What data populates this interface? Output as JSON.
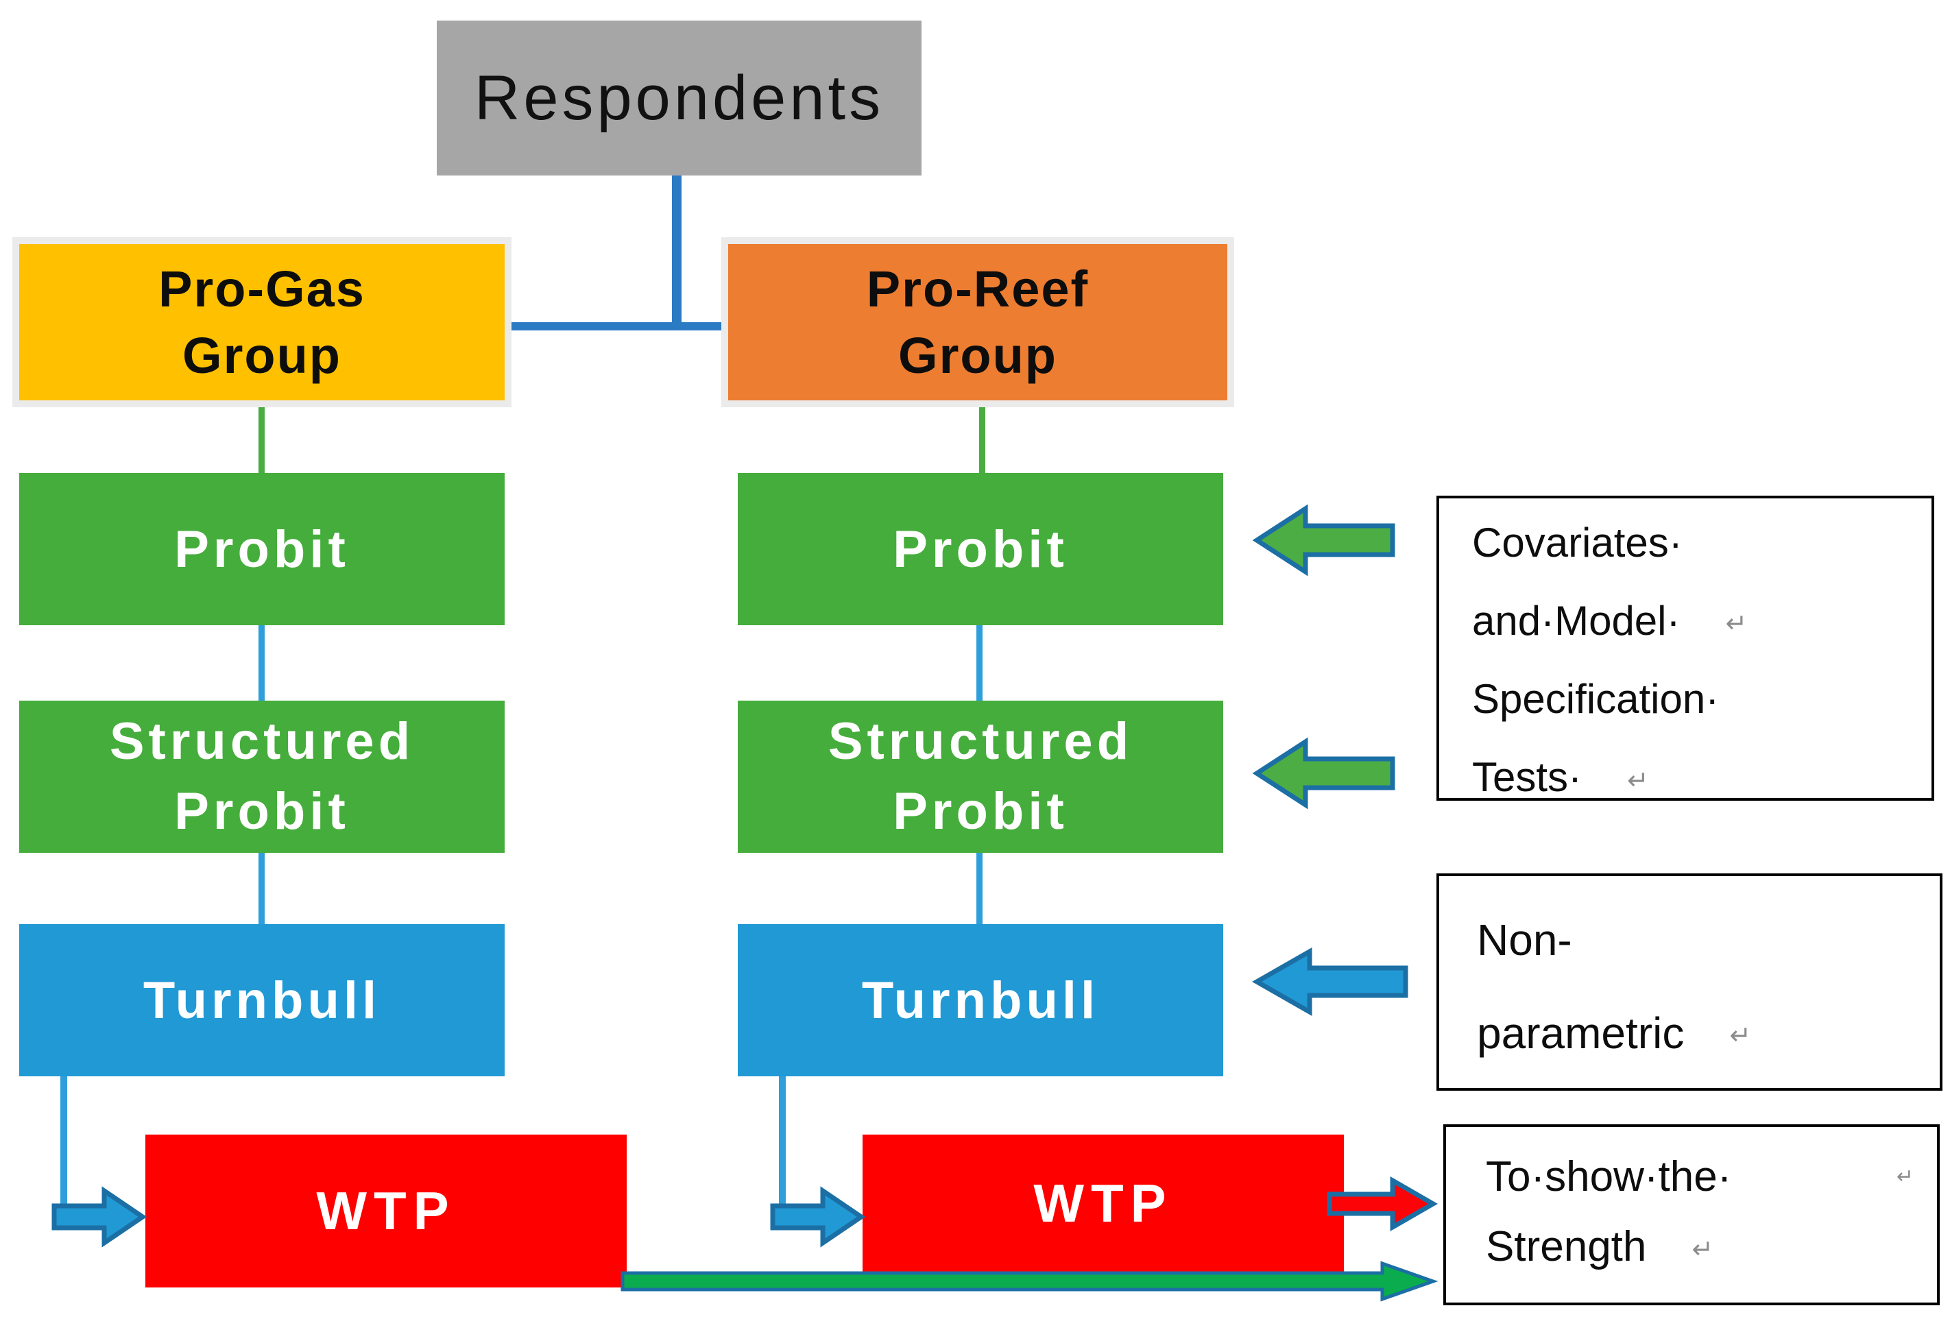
{
  "respondents": {
    "label": "Respondents"
  },
  "columns": [
    {
      "group": {
        "line1": "Pro-Gas",
        "line2": "Group"
      },
      "probit": "Probit",
      "structured": {
        "line1": "Structured",
        "line2": "Probit"
      },
      "turnbull": "Turnbull",
      "wtp": "WTP"
    },
    {
      "group": {
        "line1": "Pro-Reef",
        "line2": "Group"
      },
      "probit": "Probit",
      "structured": {
        "line1": "Structured",
        "line2": "Probit"
      },
      "turnbull": "Turnbull",
      "wtp": "WTP"
    }
  ],
  "annotations": [
    {
      "name": "covariates-note",
      "lines": [
        {
          "text": "Covariates·",
          "mark": ""
        },
        {
          "text": "and·Model·",
          "mark": "↵"
        },
        {
          "text": "Specification·",
          "mark": ""
        },
        {
          "text": "Tests·",
          "mark": "↵"
        }
      ]
    },
    {
      "name": "nonparametric-note",
      "lines": [
        {
          "text": "Non-",
          "mark": ""
        },
        {
          "text": "parametric",
          "mark": "↵"
        }
      ]
    },
    {
      "name": "strength-note",
      "lines": [
        {
          "text": "To·show·the·",
          "mark": "↵"
        },
        {
          "text": "Strength",
          "mark": "↵"
        }
      ]
    }
  ],
  "colors": {
    "respondents_fill": "#A6A6A6",
    "pro_gas_fill": "#FFC000",
    "pro_reef_fill": "#ED7D31",
    "group_frame": "#EBEBEB",
    "probit_fill": "#45AD3B",
    "turnbull_fill": "#2099D5",
    "wtp_fill": "#FE0000",
    "connector_blue_dark": "#2B7AC4",
    "connector_blue_light": "#2F9FDB",
    "connector_green": "#4AAD42",
    "block_arrow_border": "#1B6FA4",
    "block_arrow_green_fill": "#4CAD44",
    "block_arrow_blue_fill": "#2199D5",
    "block_arrow_red_fill": "#FB0307",
    "long_arrow_green_fill": "#0BAC4D",
    "annotation_border": "#000000",
    "formatting_mark_gray": "#8C8C8C",
    "text_black": "#0D0D0D",
    "text_white": "#FFFFFF"
  }
}
